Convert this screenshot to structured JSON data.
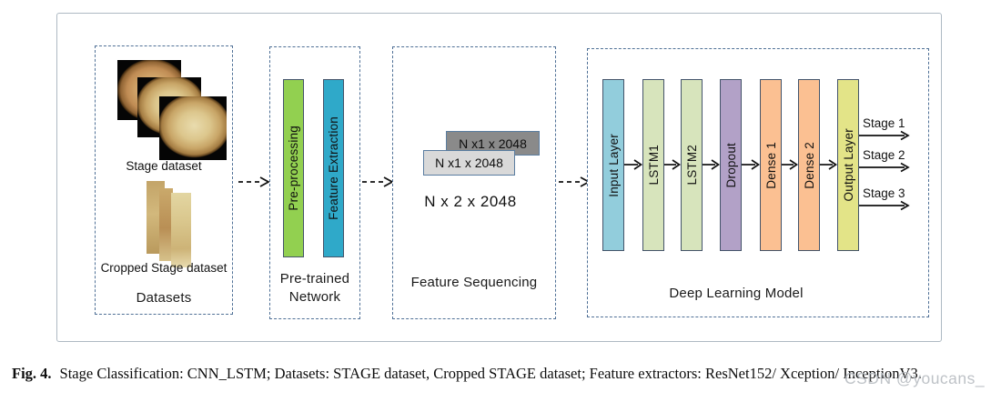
{
  "figure": {
    "datasets": {
      "stage_label": "Stage dataset",
      "cropped_label": "Cropped Stage dataset",
      "box_label": "Datasets"
    },
    "pretrained": {
      "bars": [
        {
          "label": "Pre-processing",
          "color": "#92d050"
        },
        {
          "label": "Feature Extraction",
          "color": "#2fa9c9"
        }
      ],
      "box_label_line1": "Pre-trained",
      "box_label_line2": "Network"
    },
    "sequencing": {
      "chip_top": "N x1 x 2048",
      "chip_bottom": "N x1 x 2048",
      "result": "N x 2 x 2048",
      "box_label": "Feature Sequencing"
    },
    "model": {
      "layers": [
        {
          "label": "Input Layer",
          "color": "#92cddc"
        },
        {
          "label": "LSTM1",
          "color": "#d7e4bc"
        },
        {
          "label": "LSTM2",
          "color": "#d7e4bc"
        },
        {
          "label": "Dropout",
          "color": "#b2a1c7"
        },
        {
          "label": "Dense 1",
          "color": "#fbc092"
        },
        {
          "label": "Dense 2",
          "color": "#fbc092"
        },
        {
          "label": "Output Layer",
          "color": "#e3e488"
        }
      ],
      "outputs": [
        {
          "label": "Stage 1"
        },
        {
          "label": "Stage 2"
        },
        {
          "label": "Stage 3"
        }
      ],
      "box_label": "Deep Learning Model"
    }
  },
  "caption": {
    "tag": "Fig. 4.",
    "text": "Stage Classification: CNN_LSTM; Datasets: STAGE dataset, Cropped STAGE dataset; Feature extractors: ResNet152/ Xception/ InceptionV3."
  },
  "watermark": "CSDN @youcans_",
  "colors": {
    "frame_border": "#aeb9c3",
    "dashed_border": "#4f7096",
    "chip_dark_bg": "#8a8a8a",
    "chip_light_bg": "#d9d9d9",
    "chip_border": "#5a7da0",
    "bar_border": "#44546a",
    "arrow": "#111111"
  }
}
